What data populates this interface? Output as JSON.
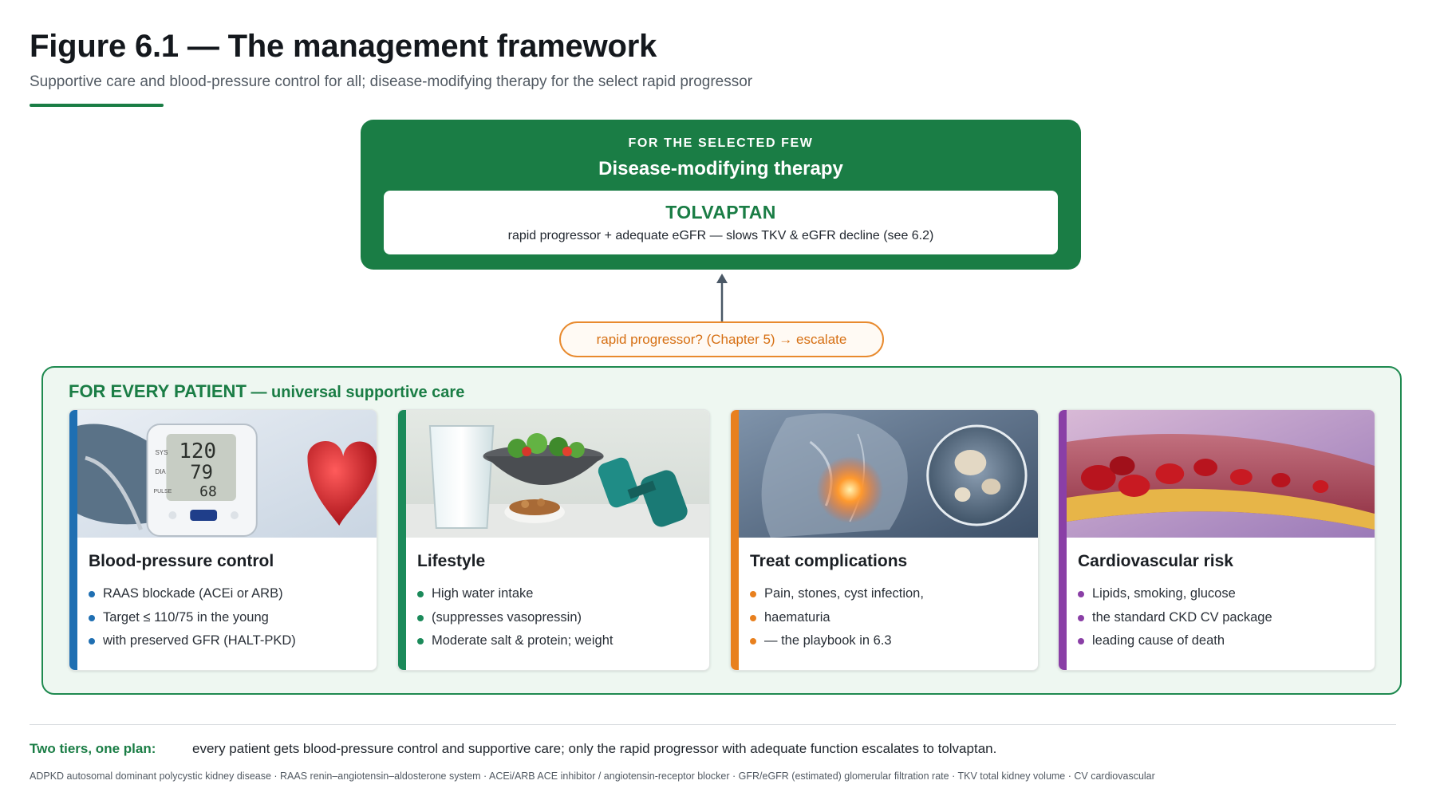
{
  "header": {
    "title": "Figure 6.1 — The management framework",
    "subtitle": "Supportive care and blood-pressure control for all; disease-modifying therapy for the select rapid progressor"
  },
  "top_tier": {
    "kicker": "FOR THE SELECTED FEW",
    "heading": "Disease-modifying therapy",
    "drug": "TOLVAPTAN",
    "description": "rapid progressor + adequate eGFR — slows TKV & eGFR decline (see 6.2)"
  },
  "escalation": {
    "label": "rapid progressor? (Chapter 5) → escalate"
  },
  "bottom_tier": {
    "heading_lead": "FOR EVERY PATIENT",
    "heading_rest": " — universal supportive care",
    "cards": [
      {
        "title": "Blood-pressure control",
        "items": [
          "RAAS blockade (ACEi or ARB)",
          "Target ≤ 110/75 in the young",
          "with preserved GFR (HALT-PKD)"
        ],
        "image_icon": "blood-pressure-monitor-heart-image",
        "monitor": {
          "sys_label": "SYS",
          "dia_label": "DIA",
          "pulse_label": "PULSE",
          "sys": "120",
          "dia": "79",
          "pulse": "68"
        }
      },
      {
        "title": "Lifestyle",
        "items": [
          "High water intake",
          "(suppresses vasopressin)",
          "Moderate salt & protein; weight"
        ],
        "image_icon": "water-salad-dumbbell-image"
      },
      {
        "title": "Treat complications",
        "items": [
          "Pain, stones, cyst infection,",
          "haematuria",
          "— the playbook in 6.3"
        ],
        "image_icon": "kidney-stones-image"
      },
      {
        "title": "Cardiovascular risk",
        "items": [
          "Lipids, smoking, glucose",
          "the standard CKD CV package",
          "leading cause of death"
        ],
        "image_icon": "artery-plaque-image"
      }
    ]
  },
  "footer": {
    "key": "Two tiers, one plan:",
    "text": "every patient gets blood-pressure control and supportive care; only the rapid progressor with adequate function escalates to tolvaptan.",
    "abbreviations": "ADPKD autosomal dominant polycystic kidney disease · RAAS renin–angiotensin–aldosterone system · ACEi/ARB ACE inhibitor / angiotensin-receptor blocker · GFR/eGFR (estimated) glomerular filtration rate · TKV total kidney volume · CV cardiovascular"
  },
  "colors": {
    "brand_green": "#1a7d45",
    "card_blue": "#1f6fb2",
    "card_green": "#1b8a5a",
    "card_orange": "#e8801e",
    "card_purple": "#8a3fa6",
    "escalate_orange": "#e88a2e"
  }
}
